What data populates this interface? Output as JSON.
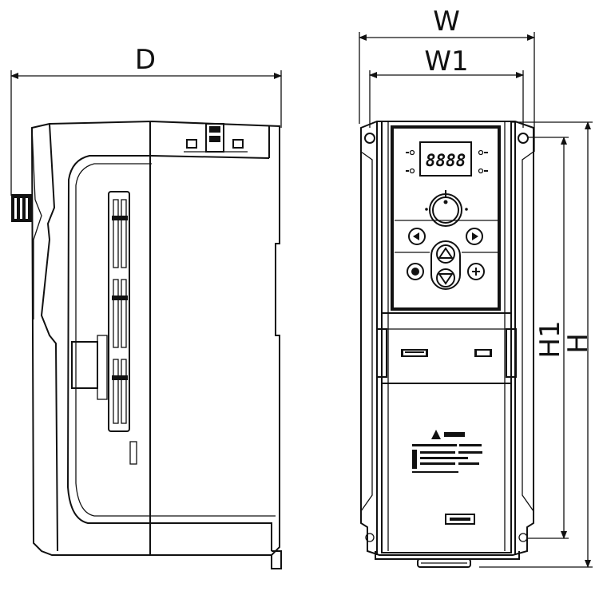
{
  "dimensions": {
    "depth": "D",
    "width": "W",
    "width_inner": "W1",
    "height": "H",
    "height_inner": "H1"
  },
  "display": {
    "readout": "8888"
  },
  "colors": {
    "line": "#111111",
    "background": "#ffffff"
  },
  "icons": [
    "connector-icon",
    "dial-knob-icon",
    "up-arrow-icon",
    "down-arrow-icon",
    "left-arrow-icon",
    "right-arrow-icon",
    "warning-triangle-icon"
  ]
}
